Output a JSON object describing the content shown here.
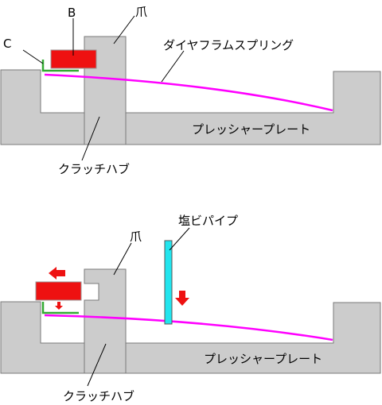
{
  "top": {
    "label_b": "B",
    "label_c": "C",
    "label_claw": "爪",
    "label_spring": "ダイヤフラムスプリング",
    "label_plate": "プレッシャープレート",
    "label_hub": "クラッチハブ"
  },
  "bottom": {
    "label_claw": "爪",
    "label_pipe": "塩ビパイプ",
    "label_plate": "プレッシャープレート",
    "label_hub": "クラッチハブ"
  },
  "colors": {
    "housing": "#cccccc",
    "housing_outline": "#7a7a7a",
    "spring": "#ff00ff",
    "block": "#ee1111",
    "bracket": "#33aa33",
    "pipe": "#22e5ee"
  }
}
